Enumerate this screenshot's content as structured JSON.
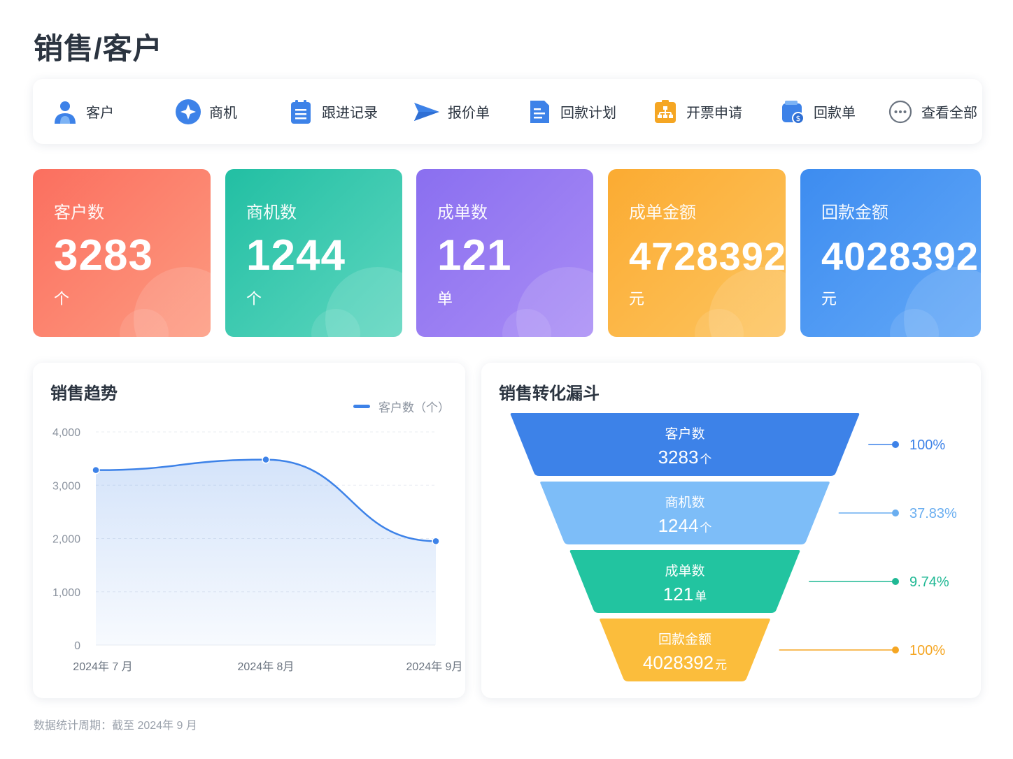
{
  "page": {
    "title": "销售/客户"
  },
  "nav": [
    {
      "label": "客户",
      "icon": "user-icon",
      "color": "#3d82e8"
    },
    {
      "label": "商机",
      "icon": "sparkle-icon",
      "color": "#3d82e8"
    },
    {
      "label": "跟进记录",
      "icon": "clipboard-icon",
      "color": "#3d82e8"
    },
    {
      "label": "报价单",
      "icon": "send-icon",
      "color": "#3d82e8"
    },
    {
      "label": "回款计划",
      "icon": "document-icon",
      "color": "#3d82e8"
    },
    {
      "label": "开票申请",
      "icon": "org-chart-icon",
      "color": "#f5a623"
    },
    {
      "label": "回款单",
      "icon": "wallet-icon",
      "color": "#3d82e8"
    },
    {
      "label": "查看全部",
      "icon": "more-icon",
      "color": "#6b7480"
    }
  ],
  "stats": [
    {
      "title": "客户数",
      "value": "3283",
      "unit": "个",
      "color_from": "#fb6f5f",
      "color_to": "#fd9a80"
    },
    {
      "title": "商机数",
      "value": "1244",
      "unit": "个",
      "color_from": "#22bfa3",
      "color_to": "#5dd6bf"
    },
    {
      "title": "成单数",
      "value": "121",
      "unit": "单",
      "color_from": "#8a6ff0",
      "color_to": "#a98cf5"
    },
    {
      "title": "成单金额",
      "value": "4728392",
      "unit": "元",
      "color_from": "#fbab32",
      "color_to": "#fdc45e"
    },
    {
      "title": "回款金额",
      "value": "4028392",
      "unit": "元",
      "color_from": "#3d8cf0",
      "color_to": "#62a8f7"
    }
  ],
  "trend": {
    "title": "销售趋势",
    "legend": "客户数（个）"
  },
  "funnel": {
    "title": "销售转化漏斗",
    "stages": [
      {
        "label": "客户数",
        "value": "3283",
        "unit": "个",
        "percent": "100%",
        "color": "#3d82e8",
        "pct_color": "#3d82e8"
      },
      {
        "label": "商机数",
        "value": "1244",
        "unit": "个",
        "percent": "37.83%",
        "color": "#7dbdf8",
        "pct_color": "#6aaef0"
      },
      {
        "label": "成单数",
        "value": "121",
        "unit": "单",
        "percent": "9.74%",
        "color": "#22c4a0",
        "pct_color": "#1fb894"
      },
      {
        "label": "回款金额",
        "value": "4028392",
        "unit": "元",
        "percent": "100%",
        "color": "#fbbd3c",
        "pct_color": "#f5a623"
      }
    ]
  },
  "chart_data": {
    "type": "area",
    "categories": [
      "2024年 7 月",
      "2024年 8月",
      "2024年 9月"
    ],
    "series": [
      {
        "name": "客户数（个）",
        "values": [
          3283,
          3480,
          1950
        ]
      }
    ],
    "ylim": [
      0,
      4000
    ],
    "yticks": [
      "0",
      "1,000",
      "2,000",
      "3,000",
      "4,000"
    ],
    "grid": true,
    "legend": "top-right",
    "color": "#3d82e8"
  },
  "footer": {
    "note": "数据统计周期：截至 2024年 9 月"
  }
}
